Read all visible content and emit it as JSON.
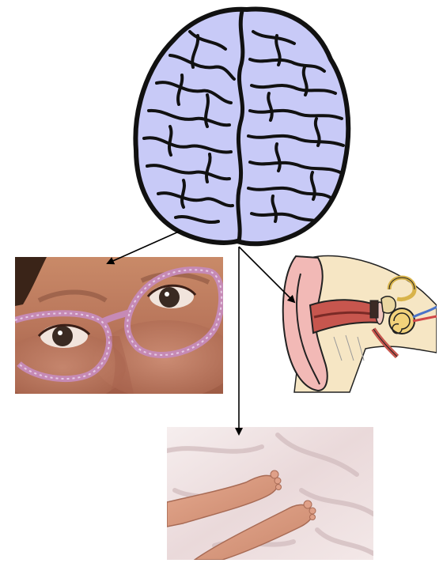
{
  "diagram": {
    "center_node": {
      "icon": "brain-icon"
    },
    "targets": [
      {
        "icon": "eyes-with-glasses-photo",
        "sense": "sight"
      },
      {
        "icon": "ear-anatomy-icon",
        "sense": "hearing"
      },
      {
        "icon": "baby-feet-photo",
        "sense": "touch"
      }
    ]
  },
  "colors": {
    "brain_fill": "#c8caf7",
    "brain_outline": "#111111",
    "arrow": "#000000",
    "ear_pink": "#f0b8b8",
    "ear_yellow": "#f3e0a8",
    "skin": "#c98b6e",
    "blanket": "#efe3e4"
  }
}
